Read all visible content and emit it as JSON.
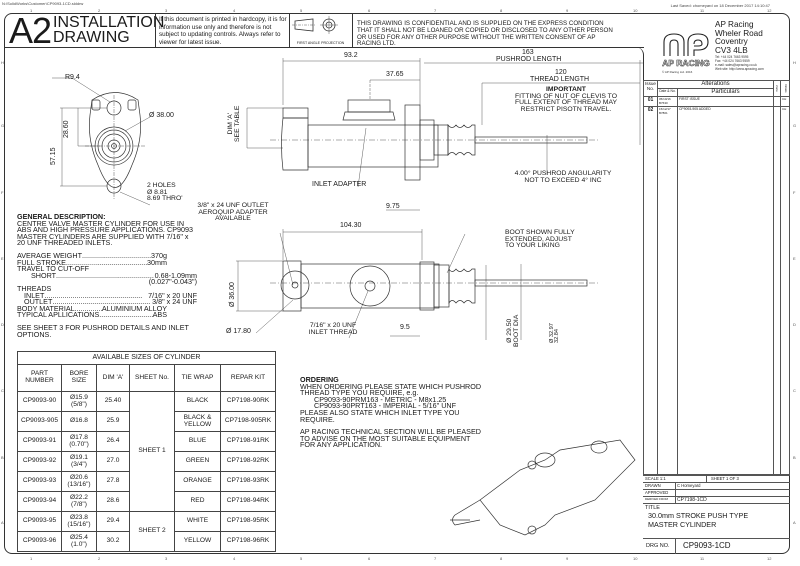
{
  "file_path": "N:\\SolidWorks\\Customer\\CP9093-1CD.slddrw",
  "last_saved": "Last Saved: chomeyard on 18 December 2017 14:10:47",
  "zones_top": [
    "1",
    "2",
    "3",
    "4",
    "5",
    "6",
    "7",
    "8",
    "9",
    "10",
    "11",
    "12"
  ],
  "zones_side": [
    "H",
    "G",
    "F",
    "E",
    "D",
    "C",
    "B",
    "A"
  ],
  "header": {
    "sheet_size": "A2",
    "title_line1": "INSTALLATION",
    "title_line2": "DRAWING",
    "hardcopy_notice": "If this document is printed in hardcopy, it is for information use only and therefore is not subject to updating controls. Always refer to viewer for latest issue.",
    "projection_label": "FIRST ANGLE PROJECTION",
    "confidential_notice": "THIS DRAWING IS CONFIDENTIAL AND IS SUPPLIED ON THE EXPRESS CONDITION THAT IT SHALL NOT BE LOANED OR COPIED OR DISCLOSED TO ANY OTHER PERSON OR USED FOR ANY OTHER PURPOSE WITHOUT THE WRITTEN CONSENT OF AP RACING LTD."
  },
  "company": {
    "logo_text": "AP RACING",
    "address": [
      "AP Racing",
      "Wheler Road",
      "Coventry",
      "CV3 4LB"
    ],
    "contact": [
      "Tel: +44 024 7663 9595",
      "Fax: +44 024 7663 9559",
      "e-mail: sales@apracing.co.uk",
      "Web site: http://www.apracing.com"
    ],
    "copyright": "© AP Racing Ltd. 2016"
  },
  "alterations": {
    "title": "Alterations",
    "headers": {
      "issue": "Issue No.",
      "date": "Date & No.",
      "particulars": "Particulars",
      "zone": "Zone",
      "initials": "Initials"
    },
    "rows": [
      {
        "issue": "01",
        "date": "05/10/16 B7630",
        "particulars": "FIRST ISSUE",
        "initials": "CH"
      },
      {
        "issue": "02",
        "date": "15/12/17 B7801",
        "particulars": "CP9093-905 ADDED",
        "initials": "CH"
      }
    ]
  },
  "dimensions": {
    "r94": "R9.4",
    "d2860": "28.60",
    "d5715": "57.15",
    "d3800": "Ø 38.00",
    "holes": [
      "2 HOLES",
      "Ø 8.81",
      "8.69 THRO'"
    ],
    "d932": "93.2",
    "d3765": "37.65",
    "dim_a": [
      "DIM 'A'",
      "SEE TABLE"
    ],
    "d163": "163",
    "pushrod_length": "PUSHROD LENGTH",
    "d120": "120",
    "thread_length": "THREAD LENGTH",
    "important_title": "IMPORTANT",
    "important_text": [
      "FITTING OF NUT OF CLEVIS TO",
      "FULL EXTENT OF THREAD MAY",
      "RESTRICT PISOTN TRAVEL."
    ],
    "inlet_adapter": "INLET ADAPTER",
    "angularity": [
      "4.00° PUSHROD ANGULARITY",
      "NOT TO EXCEED 4° INC"
    ],
    "d975": "9.75",
    "outlet_note": [
      "3/8\" x 24 UNF OUTLET",
      "AEROQUIP ADAPTER",
      "AVAILABLE"
    ],
    "d10430": "104.30",
    "boot_note": [
      "BOOT SHOWN FULLY",
      "EXTENDED, ADJUST",
      "TO YOUR LIKING"
    ],
    "d3600": "Ø 36.00",
    "d1780": "Ø 17.80",
    "inlet_thread": [
      "7/16\" x 20 UNF",
      "INLET THREAD"
    ],
    "d95": "9.5",
    "boot_dia": [
      "Ø 29.50",
      "BOOT DIA"
    ],
    "d3297": [
      "Ø 32.97",
      "32.84"
    ]
  },
  "general": {
    "title": "GENERAL DESCRIPTION:",
    "desc": "CENTRE VALVE MASTER CYLINDER FOR USE IN ABS AND HIGH PRESSURE APPLICATIONS. CP9093 MASTER CYLINDERS ARE SUPPLIED WITH 7/16\" x 20 UNF THREADED INLETS.",
    "specs": [
      {
        "label": "AVERAGE WEIGHT",
        "value": "370g",
        "indent": 0
      },
      {
        "label": "FULL STROKE",
        "value": "30mm",
        "indent": 0
      },
      {
        "label": "TRAVEL TO CUT-OFF",
        "value": "",
        "indent": 0
      },
      {
        "label": "SHORT",
        "value": "0.68-1.09mm",
        "indent": 2
      },
      {
        "label": "",
        "value": "(0.027\"-0.043\")",
        "indent": 2
      },
      {
        "label": "THREADS",
        "value": "",
        "indent": 0
      },
      {
        "label": "INLET",
        "value": "7/16\" x 20 UNF",
        "indent": 1
      },
      {
        "label": "OUTLET",
        "value": "3/8\" x 24 UNF",
        "indent": 1
      },
      {
        "label": "BODY MATERIAL",
        "value": "ALUMINIUM ALLOY",
        "indent": 0
      },
      {
        "label": "TYPICAL APLLICATIONS",
        "value": "ABS",
        "indent": 0
      }
    ],
    "see_sheet": "SEE SHEET 3 FOR PUSHROD DETAILS AND INLET OPTIONS."
  },
  "sizes_table": {
    "caption": "AVAILABLE SIZES OF CYLINDER",
    "headers": [
      "PART NUMBER",
      "BORE SIZE",
      "DIM 'A'",
      "SHEET No.",
      "TIE WRAP",
      "REPAR KIT"
    ],
    "sheet1": "SHEET 1",
    "sheet2": "SHEET 2",
    "rows": [
      {
        "part": "CP9093-90",
        "bore": "Ø15.9",
        "bore_in": "(5/8\")",
        "dim_a": "25.40",
        "tie": "BLACK",
        "kit": "CP7198-90RK"
      },
      {
        "part": "CP9093-905",
        "bore": "Ø16.8",
        "bore_in": "",
        "dim_a": "25.9",
        "tie": "BLACK & YELLOW",
        "kit": "CP7198-905RK"
      },
      {
        "part": "CP9093-91",
        "bore": "Ø17.8",
        "bore_in": "(0.70\")",
        "dim_a": "26.4",
        "tie": "BLUE",
        "kit": "CP7198-91RK"
      },
      {
        "part": "CP9093-92",
        "bore": "Ø19.1",
        "bore_in": "(3/4\")",
        "dim_a": "27.0",
        "tie": "GREEN",
        "kit": "CP7198-92RK"
      },
      {
        "part": "CP9093-93",
        "bore": "Ø20.6",
        "bore_in": "(13/16\")",
        "dim_a": "27.8",
        "tie": "ORANGE",
        "kit": "CP7198-93RK"
      },
      {
        "part": "CP9093-94",
        "bore": "Ø22.2",
        "bore_in": "(7/8\")",
        "dim_a": "28.6",
        "tie": "RED",
        "kit": "CP7198-94RK"
      },
      {
        "part": "CP9093-95",
        "bore": "Ø23.8",
        "bore_in": "(15/16\")",
        "dim_a": "29.4",
        "tie": "WHITE",
        "kit": "CP7198-95RK"
      },
      {
        "part": "CP9093-96",
        "bore": "Ø25.4",
        "bore_in": "(1.0\")",
        "dim_a": "30.2",
        "tie": "YELLOW",
        "kit": "CP7198-96RK"
      }
    ]
  },
  "ordering": {
    "title": "ORDERING",
    "lines": [
      "WHEN ORDERING PLEASE STATE WHICH PUSHROD",
      "THREAD TYPE YOU REQUIRE, e.g."
    ],
    "examples": [
      "CP9093-90PRM163 - METRIC - M8x1.25",
      "CP9093-90PRT163 - IMPERIAL - 5/16\" UNF"
    ],
    "lines2": [
      "PLEASE ALSO STATE WHICH INLET TYPE YOU",
      "REQUIRE."
    ],
    "advise": [
      "AP RACING TECHNICAL SECTION WILL BE PLEASED",
      "TO ADVISE ON THE MOST SUITABLE EQUIPMENT",
      "FOR ANY APPLICATION."
    ]
  },
  "title_block": {
    "scale": "SCALE 1:1",
    "sheet": "SHEET 1 OF 3",
    "drawn_label": "DRAWN",
    "drawn_value": "C Homeyard",
    "approved_label": "APPROVED",
    "approved_value": "",
    "derived_label": "DERIVED FROM",
    "derived_value": "CP7198-1CD",
    "title_label": "TITLE",
    "title_line1": "30.0mm STROKE PUSH TYPE",
    "title_line2": "MASTER CYLINDER",
    "drg_label": "DRG NO.",
    "drg_value": "CP9093-1CD"
  }
}
